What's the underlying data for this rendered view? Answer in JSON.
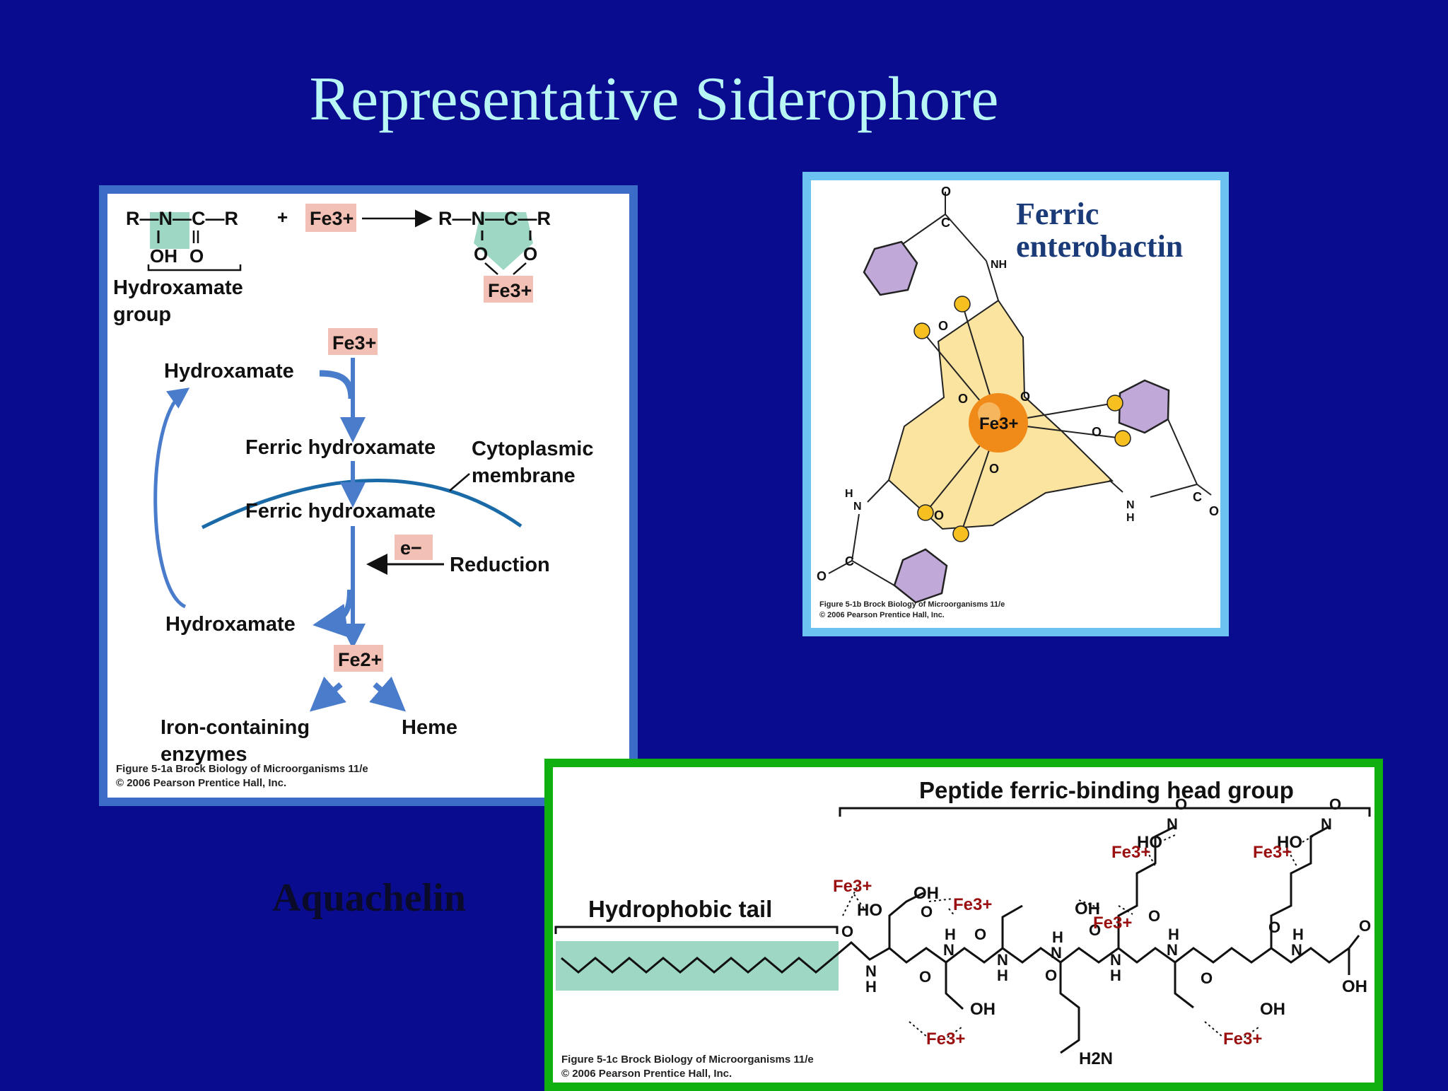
{
  "title": "Representative Siderophore",
  "panel_a": {
    "reaction_left": "R—N—C—R",
    "reaction_right": "R—N—C—R",
    "plus": "+",
    "oh": "OH",
    "o": "O",
    "fe3": "Fe3+",
    "hydroxamate_group": [
      "Hydroxamate",
      "group"
    ],
    "hydroxamate": "Hydroxamate",
    "ferric_hydroxamate": "Ferric hydroxamate",
    "membrane": [
      "Cytoplasmic",
      "membrane"
    ],
    "electron": "e−",
    "reduction": "Reduction",
    "fe2": "Fe2+",
    "iron_enzymes": [
      "Iron-containing",
      "enzymes"
    ],
    "heme": "Heme",
    "caption": [
      "Figure 5-1a  Brock Biology of Microorganisms 11/e",
      "© 2006 Pearson Prentice Hall, Inc."
    ]
  },
  "panel_b": {
    "label": [
      "Ferric",
      "enterobactin"
    ],
    "fe3": "Fe3+",
    "nh": "NH",
    "caption": [
      "Figure 5-1b  Brock Biology of Microorganisms 11/e",
      "© 2006 Pearson Prentice Hall, Inc."
    ]
  },
  "panel_c": {
    "head_group": "Peptide ferric-binding head group",
    "tail": "Hydrophobic tail",
    "fe3": "Fe3+",
    "oh": "OH",
    "ho": "HO",
    "h2n": "H2N",
    "caption": [
      "Figure 5-1c  Brock Biology of Microorganisms 11/e",
      "© 2006 Pearson Prentice Hall, Inc."
    ]
  },
  "aquachelin": "Aquachelin",
  "colors": {
    "background": "#0a0c90",
    "title": "#b8f5f5",
    "panel_a_border": "#3a6cc8",
    "panel_b_border": "#6cc3f2",
    "panel_c_border": "#10b010",
    "fe_box": "#f2c0b4",
    "hydroxamate_fill": "#9ed8c4",
    "arrow_blue": "#4a7ccc",
    "membrane": "#1a6aa8",
    "fe_sphere": "#f08a18",
    "gold_dot": "#f5c020",
    "ring_purple": "#c0a8d8",
    "star_fill": "#fbe3a0"
  }
}
